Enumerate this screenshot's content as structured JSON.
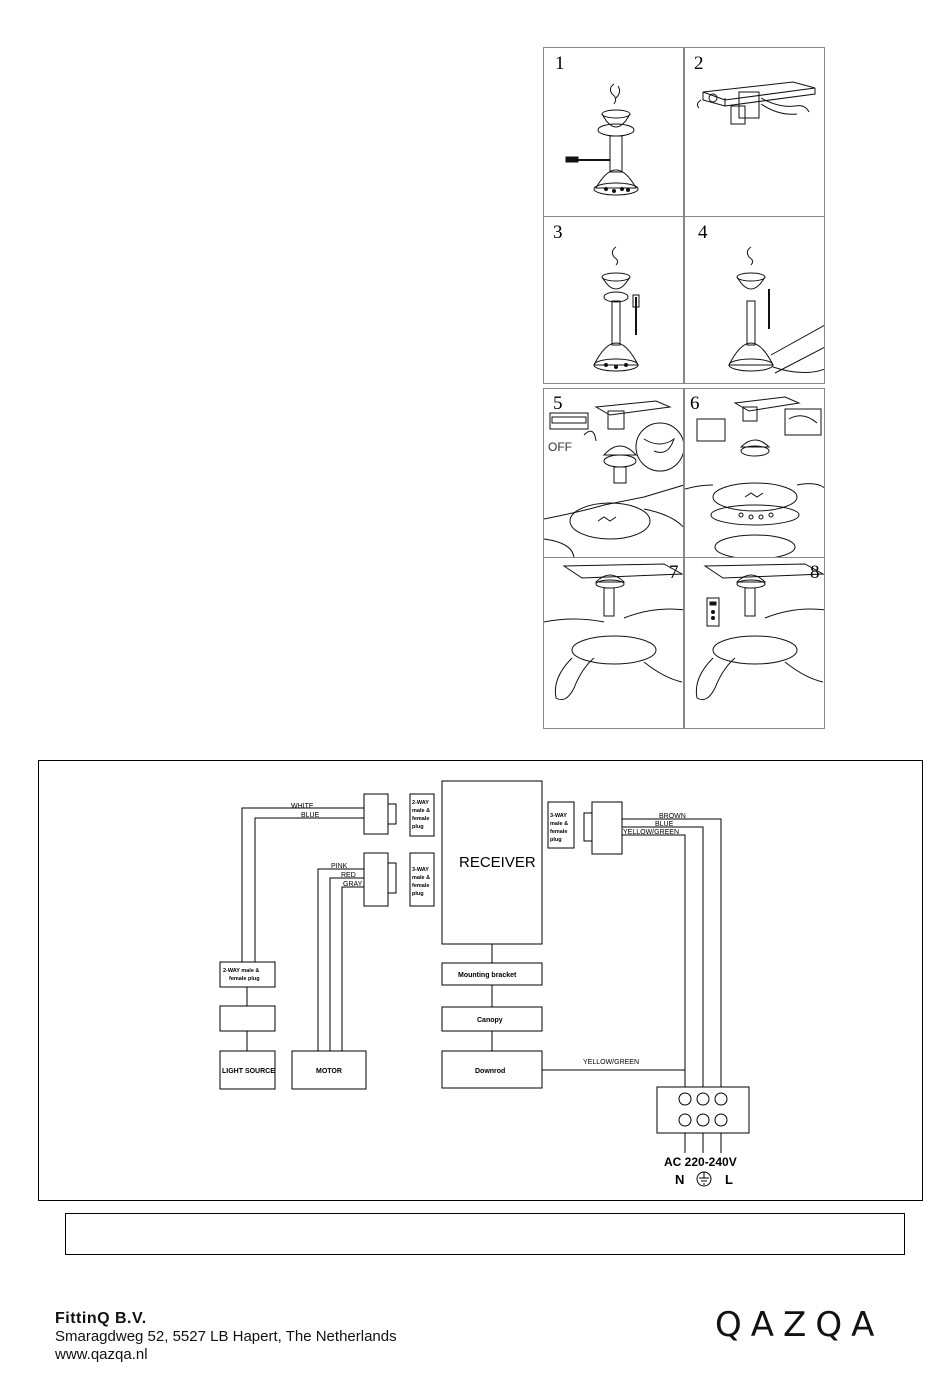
{
  "steps": [
    {
      "number": "1"
    },
    {
      "number": "2"
    },
    {
      "number": "3"
    },
    {
      "number": "4"
    },
    {
      "number": "5"
    },
    {
      "number": "6"
    },
    {
      "number": "7"
    },
    {
      "number": "8"
    }
  ],
  "steps_extra": {
    "off_label": "OFF"
  },
  "wiring": {
    "receiver": "RECEIVER",
    "plug_2way": [
      "2-WAY",
      "male &",
      "female",
      "plug"
    ],
    "plug_3way_left": [
      "3-WAY",
      "male &",
      "female",
      "plug"
    ],
    "plug_3way_right": [
      "3-WAY",
      "male &",
      "female",
      "plug"
    ],
    "plug_2way_vertical": [
      "2-WAY male &",
      "female plug"
    ],
    "wires_top_left": [
      "WHITE",
      "BLUE"
    ],
    "wires_mid_left": [
      "PINK",
      "RED",
      "GRAY"
    ],
    "wires_right": [
      "BROWN",
      "BLUE",
      "YELLOW/GREEN"
    ],
    "ground_wire": "YELLOW/GREEN",
    "mounting_bracket": "Mounting bracket",
    "canopy": "Canopy",
    "downrod": "Downrod",
    "light_source": "LIGHT SOURCE",
    "motor": "MOTOR",
    "supply": "AC 220-240V",
    "terminals": [
      "N",
      "L"
    ]
  },
  "company": {
    "name": "FittinQ B.V.",
    "address": "Smaragdweg 52, 5527 LB Hapert, The Netherlands",
    "website": "www.qazqa.nl"
  },
  "brand": "QAZQA"
}
